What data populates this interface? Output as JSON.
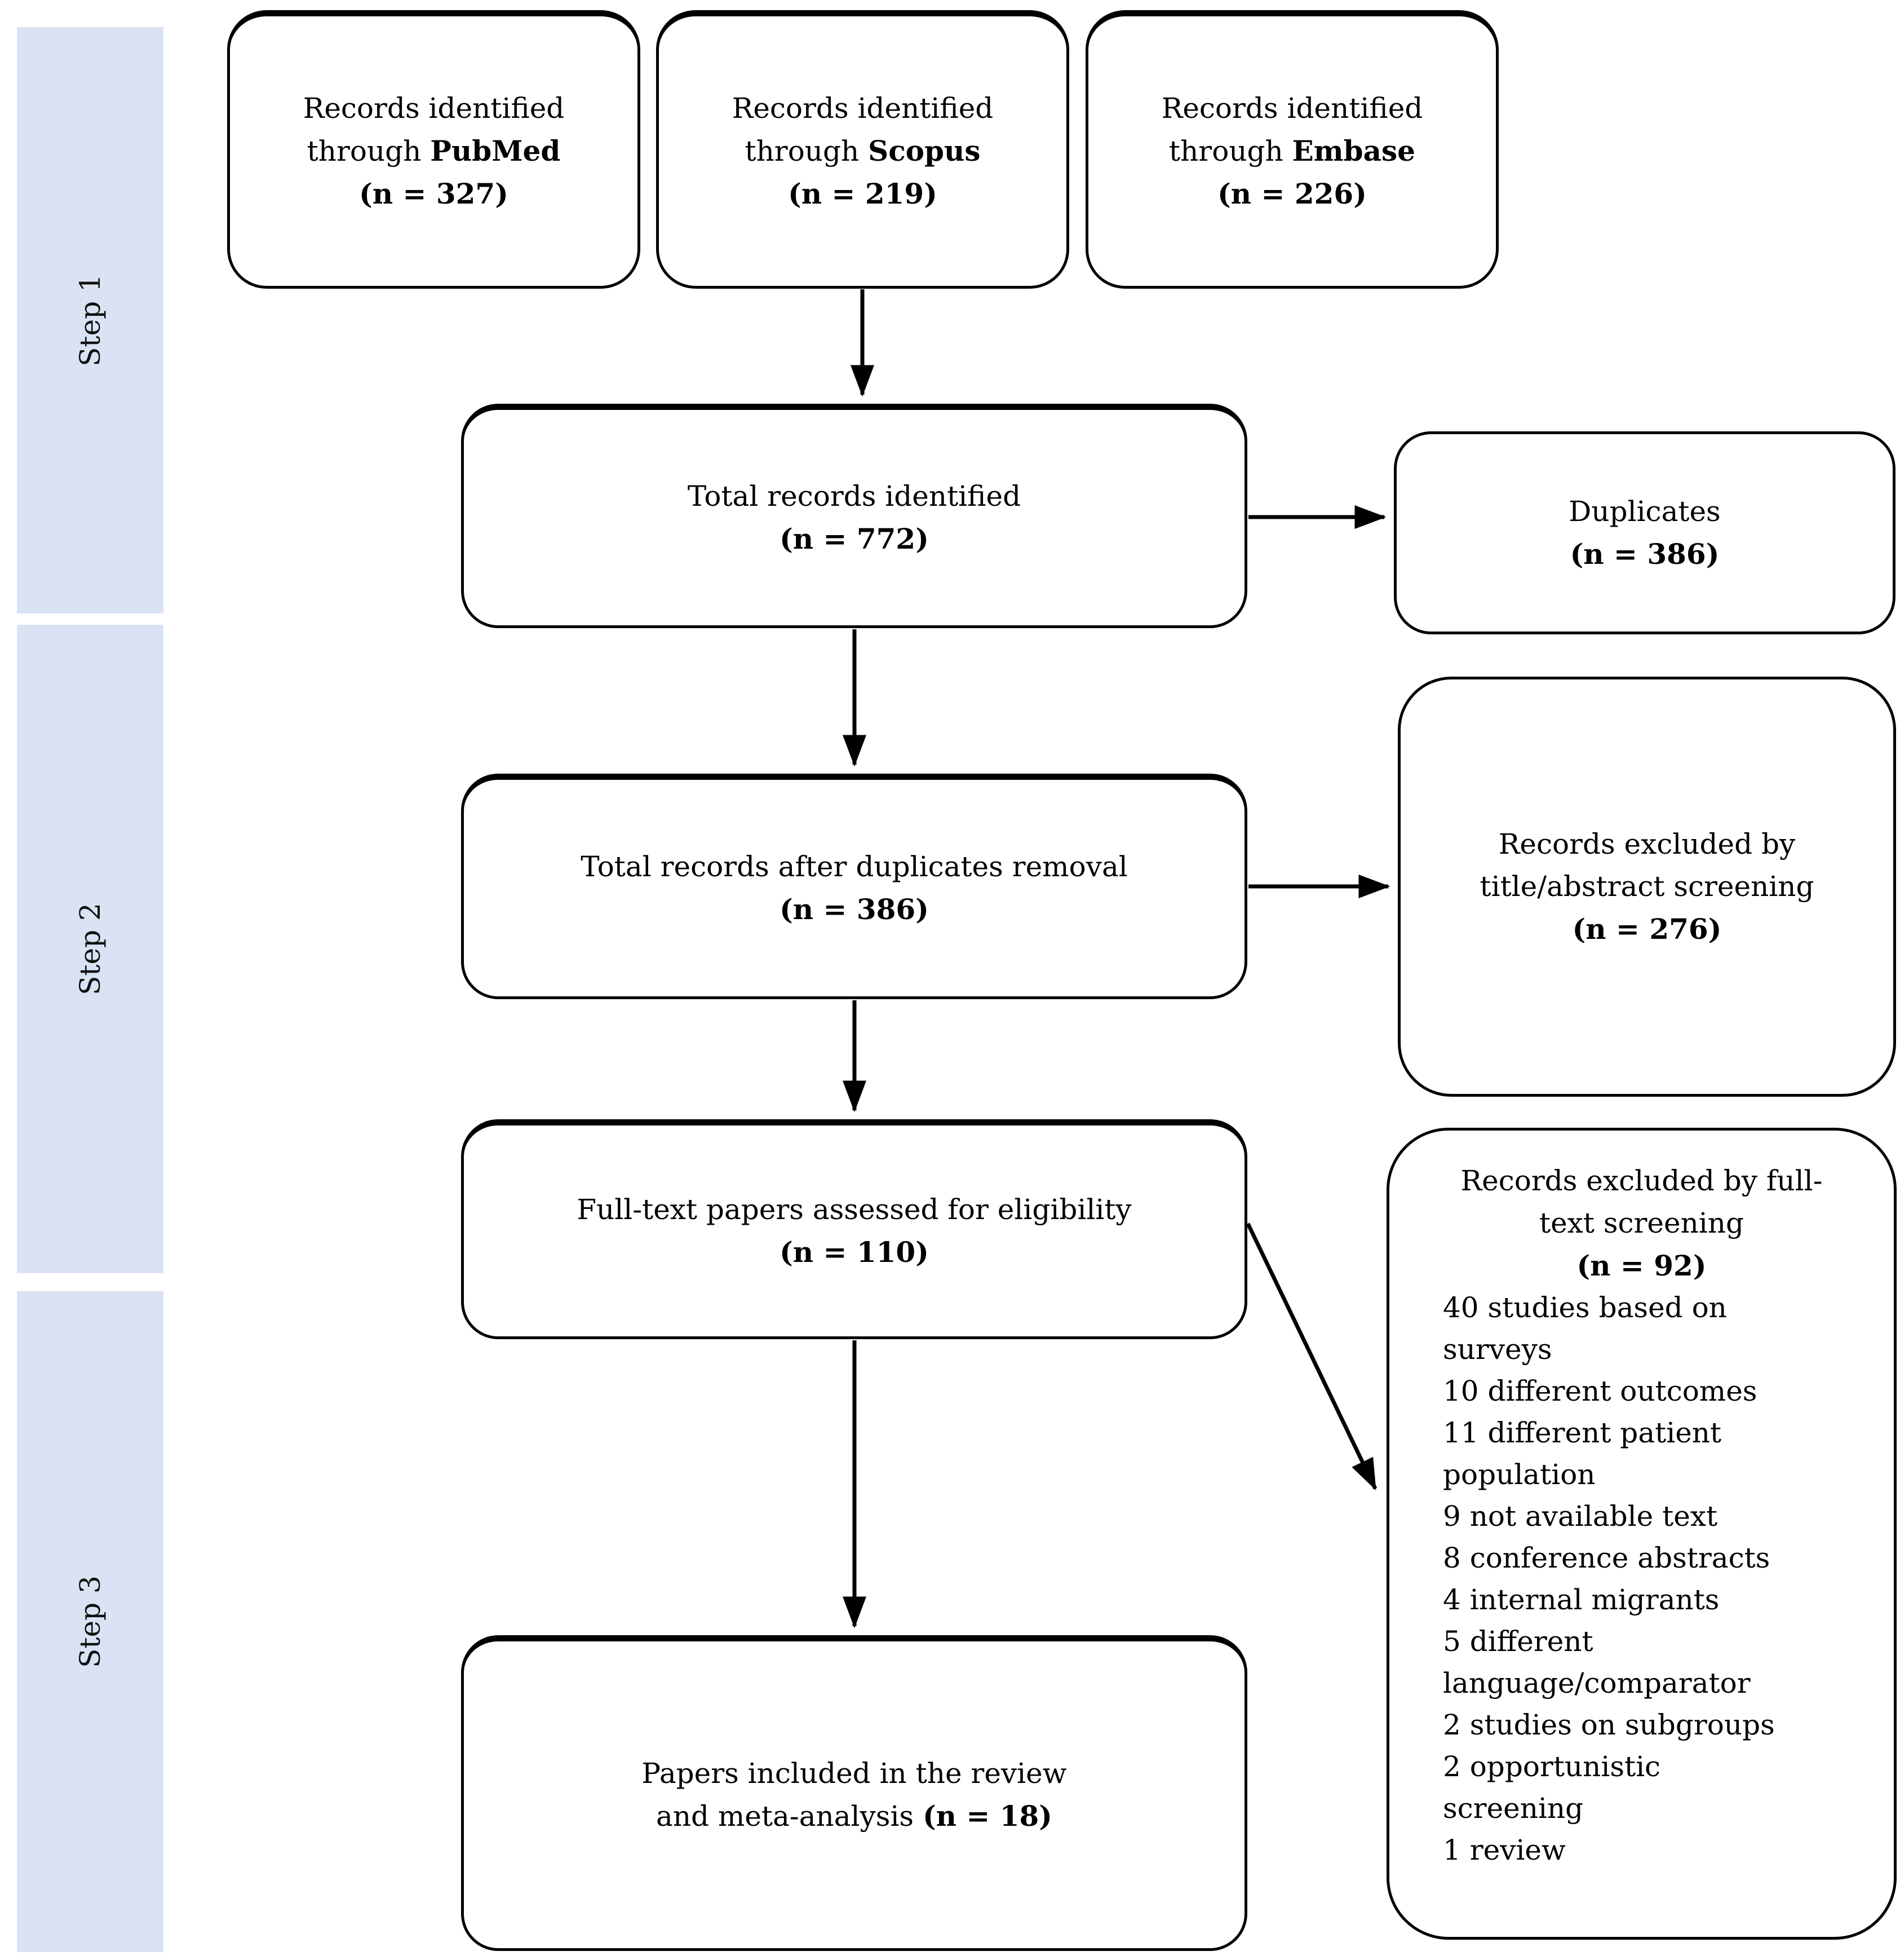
{
  "diagram": {
    "steps": [
      "Step 1",
      "Step 2",
      "Step 3"
    ],
    "colors": {
      "step_bar": "#dae3f3",
      "box_border": "#000000",
      "text": "#000000",
      "arrow": "#000000",
      "background": "#ffffff"
    },
    "boxes": {
      "pubmed": {
        "line1": "Records identified",
        "line2_prefix": "through ",
        "source_bold": "PubMed",
        "count_bold": "(n = 327)"
      },
      "scopus": {
        "line1": "Records identified",
        "line2_prefix": "through ",
        "source_bold": "Scopus",
        "count_bold": "(n = 219)"
      },
      "embase": {
        "line1": "Records identified",
        "line2_prefix": "through ",
        "source_bold": "Embase",
        "count_bold": "(n = 226)"
      },
      "total_identified": {
        "line1": "Total records identified",
        "count_bold": "(n = 772)"
      },
      "duplicates": {
        "line1": "Duplicates",
        "count_bold": "(n = 386)"
      },
      "after_duplicates": {
        "line1": "Total records after duplicates removal",
        "count_bold": "(n = 386)"
      },
      "title_abstract_excluded": {
        "line1": "Records excluded by",
        "line2": "title/abstract screening",
        "count_bold": "(n = 276)"
      },
      "fulltext_assessed": {
        "line1": "Full-text papers assessed for eligibility",
        "count_bold": "(n = 110)"
      },
      "fulltext_excluded": {
        "line1": "Records excluded by full-",
        "line2": "text screening",
        "count_bold": "(n = 92)",
        "items": [
          "40 studies based on surveys",
          "10 different outcomes",
          "11 different patient population",
          "9 not available text",
          "8 conference abstracts",
          "4 internal migrants",
          "5 different language/comparator",
          "2 studies on subgroups",
          "2 opportunistic screening",
          "1 review"
        ]
      },
      "included": {
        "line1": "Papers included in the review",
        "line2_prefix": "and meta-analysis ",
        "count_bold": "(n = 18)"
      }
    }
  }
}
